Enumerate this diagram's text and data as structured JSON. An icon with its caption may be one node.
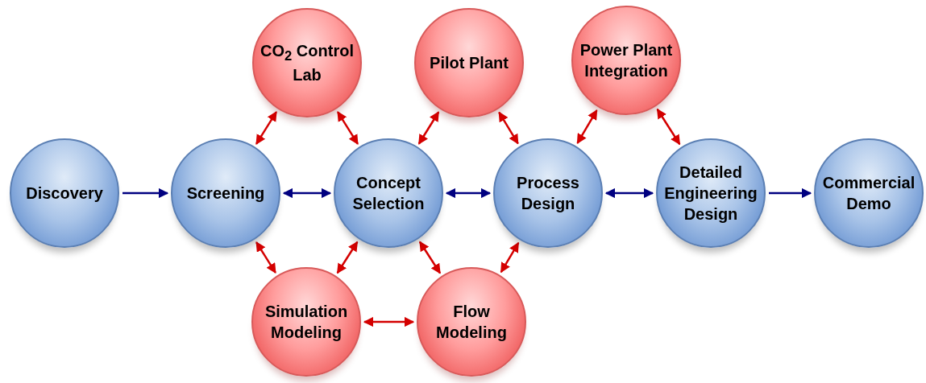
{
  "diagram": {
    "nodes": [
      {
        "text": [
          "CO$_{2}$ Control Lab"
        ]
      },
      {
        "text": [
          "Pilot Plant"
        ]
      },
      {
        "text": [
          "Power Plant Integration"
        ]
      },
      {
        "text": [
          "Discovery"
        ]
      },
      {
        "text": [
          "Screening"
        ]
      },
      {
        "text": [
          "Concept Selection"
        ]
      },
      {
        "text": [
          "Process Design"
        ]
      },
      {
        "text": [
          "Detailed Engineering Design"
        ]
      },
      {
        "text": [
          "Commercial Demo"
        ]
      },
      {
        "text": [
          "Simulation Modeling"
        ]
      },
      {
        "text": [
          "Flow Modeling"
        ]
      }
    ],
    "edges": [
      {
        "from": 3,
        "to": 4,
        "arrow": "to",
        "color": "#000080"
      },
      {
        "from": 4,
        "to": 5,
        "arrow": "both",
        "color": "#000080"
      },
      {
        "from": 5,
        "to": 6,
        "arrow": "both",
        "color": "#000080"
      },
      {
        "from": 6,
        "to": 7,
        "arrow": "both",
        "color": "#000080"
      },
      {
        "from": 7,
        "to": 8,
        "arrow": "to",
        "color": "#000080"
      },
      {
        "from": 0,
        "to": 4,
        "arrow": "both"
      },
      {
        "from": 0,
        "to": 5,
        "arrow": "both"
      },
      {
        "from": 1,
        "to": 5,
        "arrow": "both"
      },
      {
        "from": 1,
        "to": 6,
        "arrow": "both"
      },
      {
        "from": 2,
        "to": 6,
        "arrow": "both"
      },
      {
        "from": 2,
        "to": 7,
        "arrow": "both"
      },
      {
        "from": 9,
        "to": 4,
        "arrow": "both"
      },
      {
        "from": 9,
        "to": 5,
        "arrow": "both"
      },
      {
        "from": 10,
        "to": 5,
        "arrow": "both"
      },
      {
        "from": 10,
        "to": 6,
        "arrow": "both"
      },
      {
        "from": 9,
        "to": 10,
        "arrow": "both"
      }
    ]
  }
}
